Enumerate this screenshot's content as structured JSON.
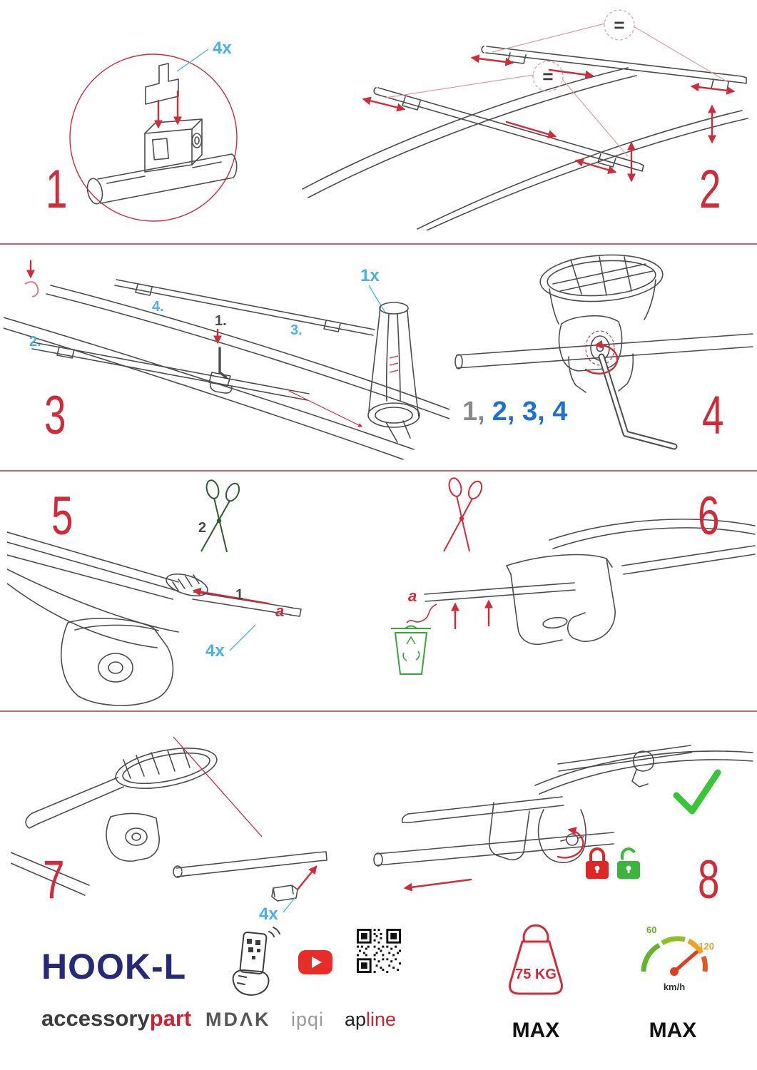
{
  "steps": {
    "s1": {
      "num": "1",
      "qty": "4x"
    },
    "s2": {
      "num": "2",
      "eq": "="
    },
    "s3": {
      "num": "3",
      "qty": "1x",
      "sub1": "1.",
      "sub2": "2.",
      "sub3": "3.",
      "sub4": "4."
    },
    "s4": {
      "num": "4",
      "seq_done": "1,",
      "seq_next": "2, 3, 4"
    },
    "s5": {
      "num": "5",
      "lbl1": "1",
      "lbl2": "2",
      "lbla": "a",
      "qty": "4x"
    },
    "s6": {
      "num": "6",
      "lbla": "a"
    },
    "s7": {
      "num": "7",
      "qty": "4x"
    },
    "s8": {
      "num": "8"
    }
  },
  "footer": {
    "product": "HOOK-L",
    "brand_accessory": "accessory",
    "brand_part": "part",
    "logo_mdak": "MDΛK",
    "logo_ipqi": "ipqi",
    "logo_ap": "ap",
    "logo_line": "line",
    "weight": "75 KG",
    "weight_max": "MAX",
    "speed_60": "60",
    "speed_120": "120",
    "speed_unit": "km/h",
    "speed_max": "MAX"
  },
  "colors": {
    "step_number": "#d12b3a",
    "label_blue": "#49b2e3",
    "sequence_blue": "#1f6fd6",
    "brand_navy": "#28287a",
    "success_green": "#38c538"
  }
}
